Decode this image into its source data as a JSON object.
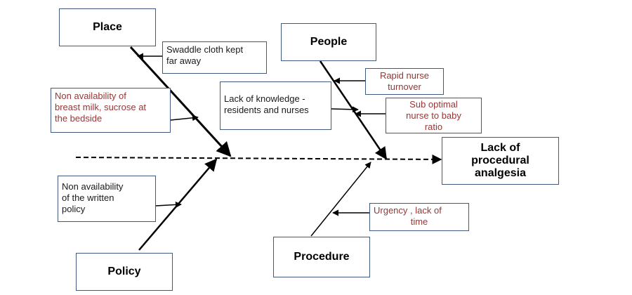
{
  "effect": {
    "lines": [
      "Lack of",
      "procedural",
      "analgesia"
    ]
  },
  "categories": {
    "place": "Place",
    "people": "People",
    "policy": "Policy",
    "procedure": "Procedure"
  },
  "causes": {
    "swaddle": [
      "Swaddle cloth kept",
      "far away"
    ],
    "breast_milk": [
      "Non availability of",
      "breast milk, sucrose at",
      "the bedside"
    ],
    "knowledge": [
      "Lack of knowledge -",
      "residents and nurses"
    ],
    "turnover": [
      "Rapid nurse",
      "turnover"
    ],
    "ratio": [
      "Sub optimal",
      "nurse to baby",
      "ratio"
    ],
    "written_policy": [
      "Non availability",
      "of the written",
      "policy"
    ],
    "urgency": [
      "Urgency , lack of",
      "time"
    ]
  },
  "colors": {
    "border": "#3e5a7e",
    "cause_red": "#953735",
    "cause_black": "#1a1a1a",
    "line": "#000000"
  }
}
